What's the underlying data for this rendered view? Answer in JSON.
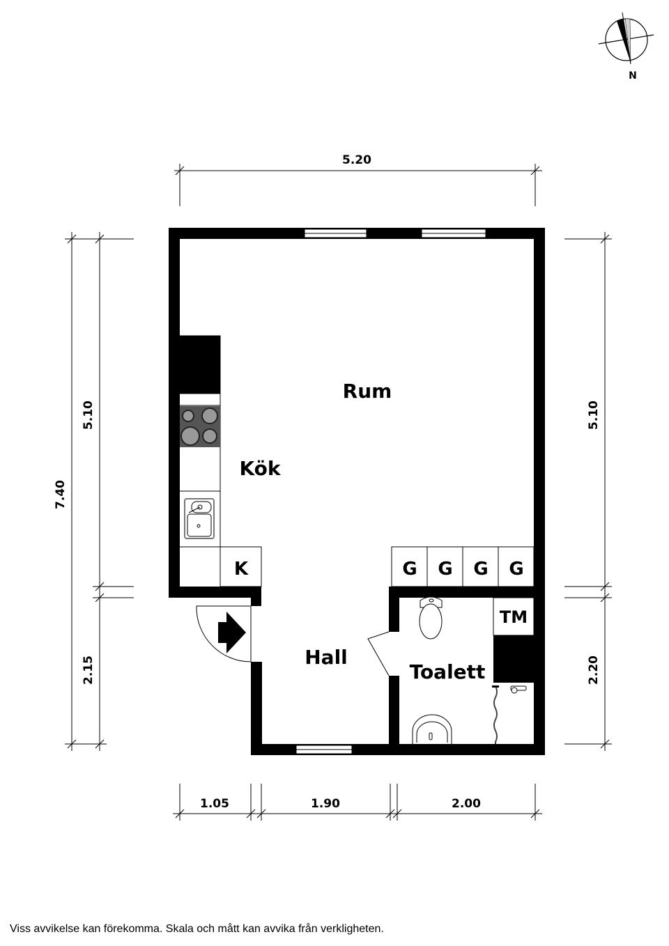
{
  "compass": {
    "label": "N"
  },
  "rooms": {
    "rum": "Rum",
    "kok": "Kök",
    "hall": "Hall",
    "toalett": "Toalett"
  },
  "fixtures": {
    "kyl": "K",
    "garderob": [
      "G",
      "G",
      "G",
      "G"
    ],
    "tvattmaskin": "TM"
  },
  "dimensions": {
    "top_width": "5.20",
    "left_total": "7.40",
    "left_upper": "5.10",
    "left_lower": "2.15",
    "right_upper": "5.10",
    "right_lower": "2.20",
    "bottom_1": "1.05",
    "bottom_2": "1.90",
    "bottom_3": "2.00"
  },
  "disclaimer": "Viss avvikelse kan förekomma. Skala och mått kan avvika från verkligheten.",
  "colors": {
    "wall": "#000000",
    "cooktop": "#555555",
    "compass_light": "#d0d0d0"
  }
}
